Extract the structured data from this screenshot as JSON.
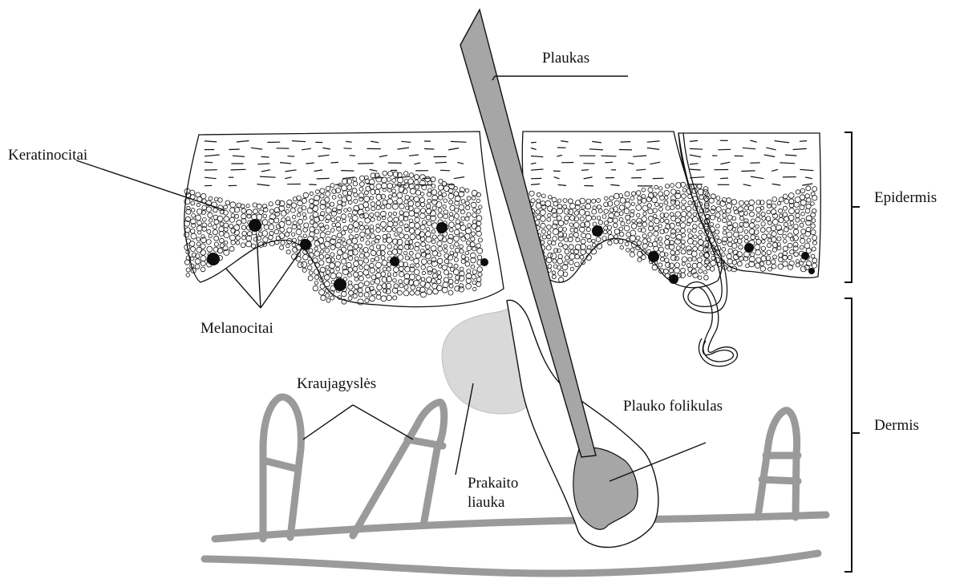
{
  "labels": {
    "plaukas": "Plaukas",
    "keratinocitai": "Keratinocitai",
    "melanocitai": "Melanocitai",
    "kraujagysles": "Kraujagyslės",
    "prakaito_line1": "Prakaito",
    "prakaito_line2": "liauka",
    "plauko_folikulas": "Plauko folikulas",
    "epidermis": "Epidermis",
    "dermis": "Dermis"
  },
  "colors": {
    "ink": "#111111",
    "hair": "#a6a6a6",
    "vessel": "#9a9a9a",
    "gland": "#d9d9d9",
    "melanocyte": "#0d0d0d"
  }
}
